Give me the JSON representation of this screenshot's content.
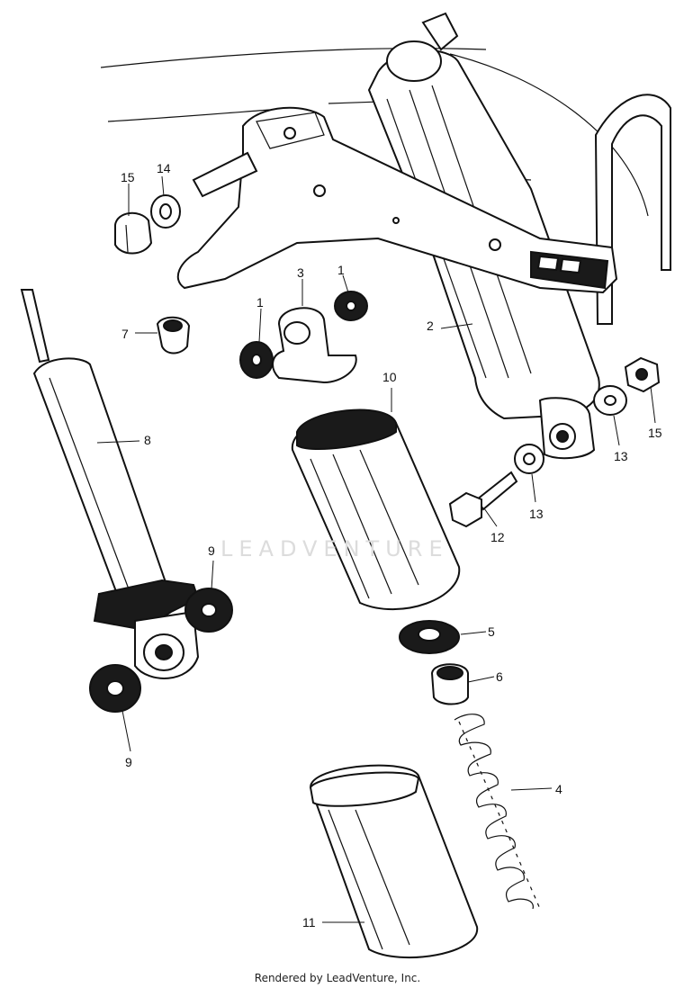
{
  "watermark": "LEADVENTURE",
  "footer": "Rendered by LeadVenture, Inc.",
  "callouts": {
    "c15a": "15",
    "c14": "14",
    "c3": "3",
    "c1a": "1",
    "c1b": "1",
    "c7": "7",
    "c2": "2",
    "c10": "10",
    "c8": "8",
    "c15b": "15",
    "c13a": "13",
    "c13b": "13",
    "c12": "12",
    "c9a": "9",
    "c9b": "9",
    "c5": "5",
    "c6": "6",
    "c4": "4",
    "c11": "11"
  }
}
